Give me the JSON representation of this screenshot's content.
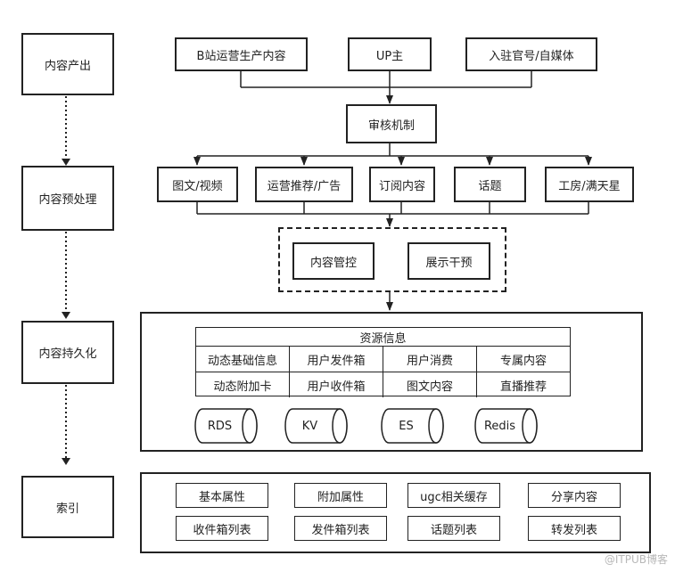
{
  "stages": {
    "produce": "内容产出",
    "preprocess": "内容预处理",
    "persist": "内容持久化",
    "index": "索引"
  },
  "sources": [
    "B站运营生产内容",
    "UP主",
    "入驻官号/自媒体"
  ],
  "review": "审核机制",
  "categories": [
    "图文/视频",
    "运营推荐/广告",
    "订阅内容",
    "话题",
    "工房/满天星"
  ],
  "controls": [
    "内容管控",
    "展示干预"
  ],
  "resource": {
    "title": "资源信息",
    "rows": [
      [
        "动态基础信息",
        "用户发件箱",
        "用户消费",
        "专属内容"
      ],
      [
        "动态附加卡",
        "用户收件箱",
        "图文内容",
        "直播推荐"
      ]
    ]
  },
  "stores": [
    "RDS",
    "KV",
    "ES",
    "Redis"
  ],
  "index_items": {
    "row1": [
      "基本属性",
      "附加属性",
      "ugc相关缓存",
      "分享内容"
    ],
    "row2": [
      "收件箱列表",
      "发件箱列表",
      "话题列表",
      "转发列表"
    ]
  },
  "watermark": "@ITPUB博客"
}
